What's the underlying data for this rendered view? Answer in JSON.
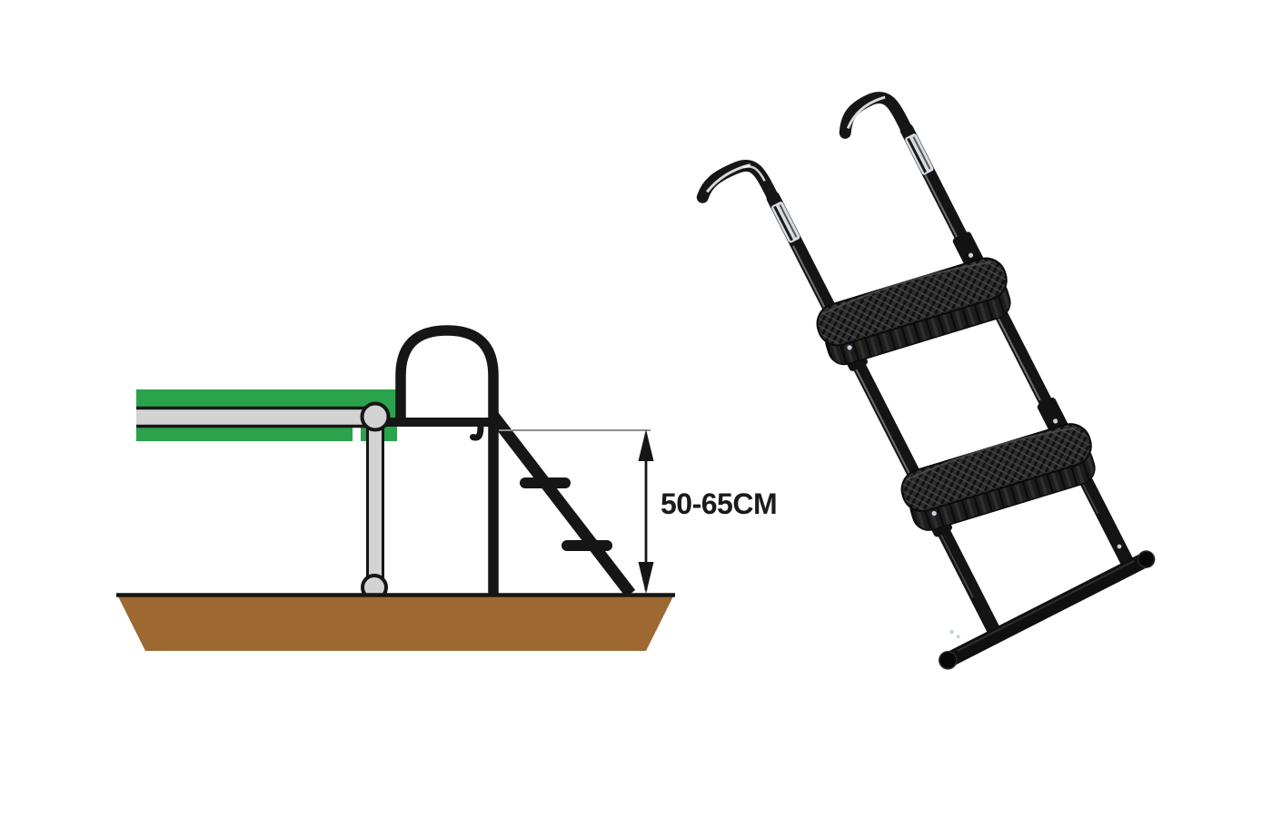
{
  "left_diagram": {
    "dimension_label": "50-65CM",
    "steps_count": 2,
    "colors": {
      "pad_green": "#2BA24C",
      "frame_gray": "#D3D3D3",
      "ground_brown": "#9E6832",
      "line_black": "#161616",
      "dimension_gray": "#8F8F8F"
    }
  },
  "right_product": {
    "steps_count": 2,
    "colors": {
      "frame_black": "#141414",
      "step_plastic": "#222222",
      "bolt_glint": "#C9D3DE"
    }
  }
}
